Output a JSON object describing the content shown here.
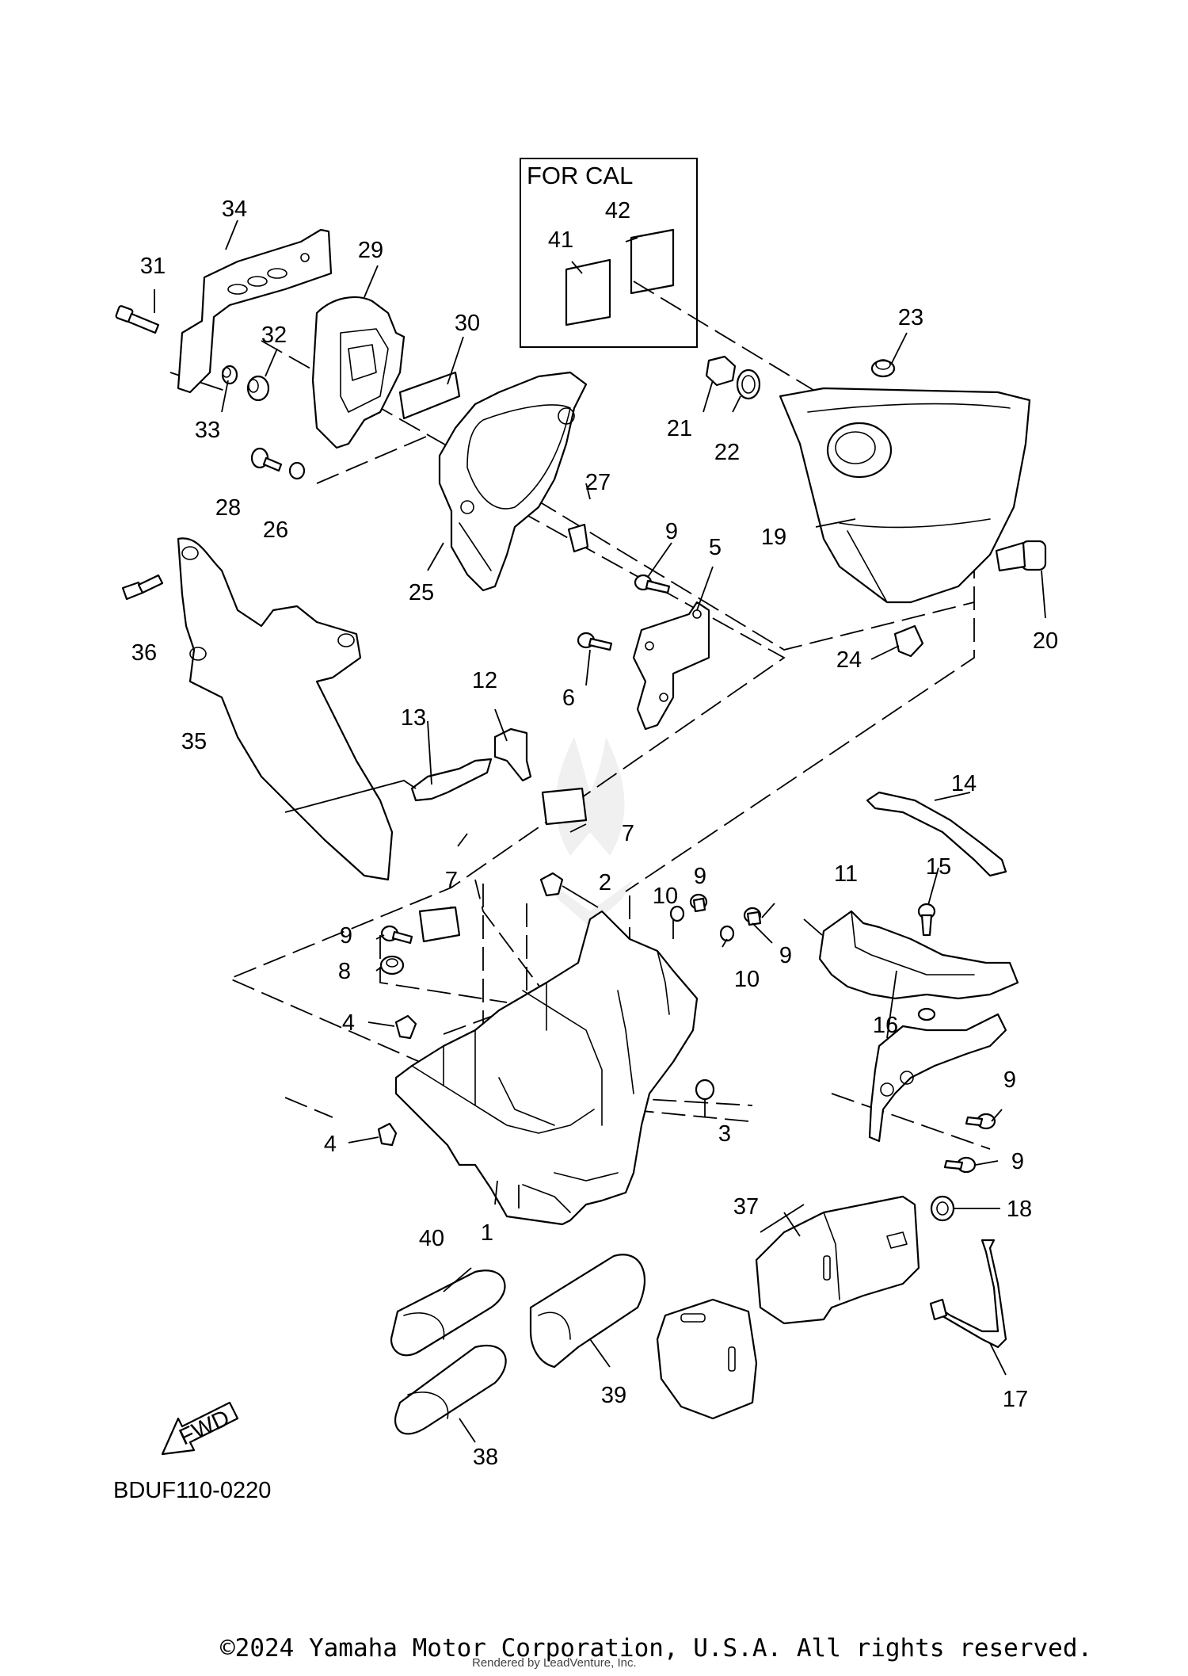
{
  "diagram": {
    "box_label": "FOR CAL",
    "diagram_code": "BDUF110-0220",
    "fwd_label": "FWD",
    "callouts": [
      "1",
      "2",
      "3",
      "4",
      "4",
      "5",
      "6",
      "7",
      "7",
      "8",
      "9",
      "9",
      "9",
      "9",
      "9",
      "9",
      "10",
      "10",
      "11",
      "12",
      "13",
      "14",
      "15",
      "16",
      "17",
      "18",
      "19",
      "20",
      "21",
      "22",
      "23",
      "24",
      "25",
      "26",
      "27",
      "28",
      "29",
      "30",
      "31",
      "32",
      "33",
      "34",
      "35",
      "36",
      "37",
      "38",
      "39",
      "40",
      "41",
      "42"
    ]
  },
  "footer": {
    "copyright": "©2024 Yamaha Motor Corporation, U.S.A. All rights reserved.",
    "rendered_by": "Rendered by LeadVenture, Inc."
  },
  "colors": {
    "line": "#000000",
    "background": "#ffffff"
  }
}
